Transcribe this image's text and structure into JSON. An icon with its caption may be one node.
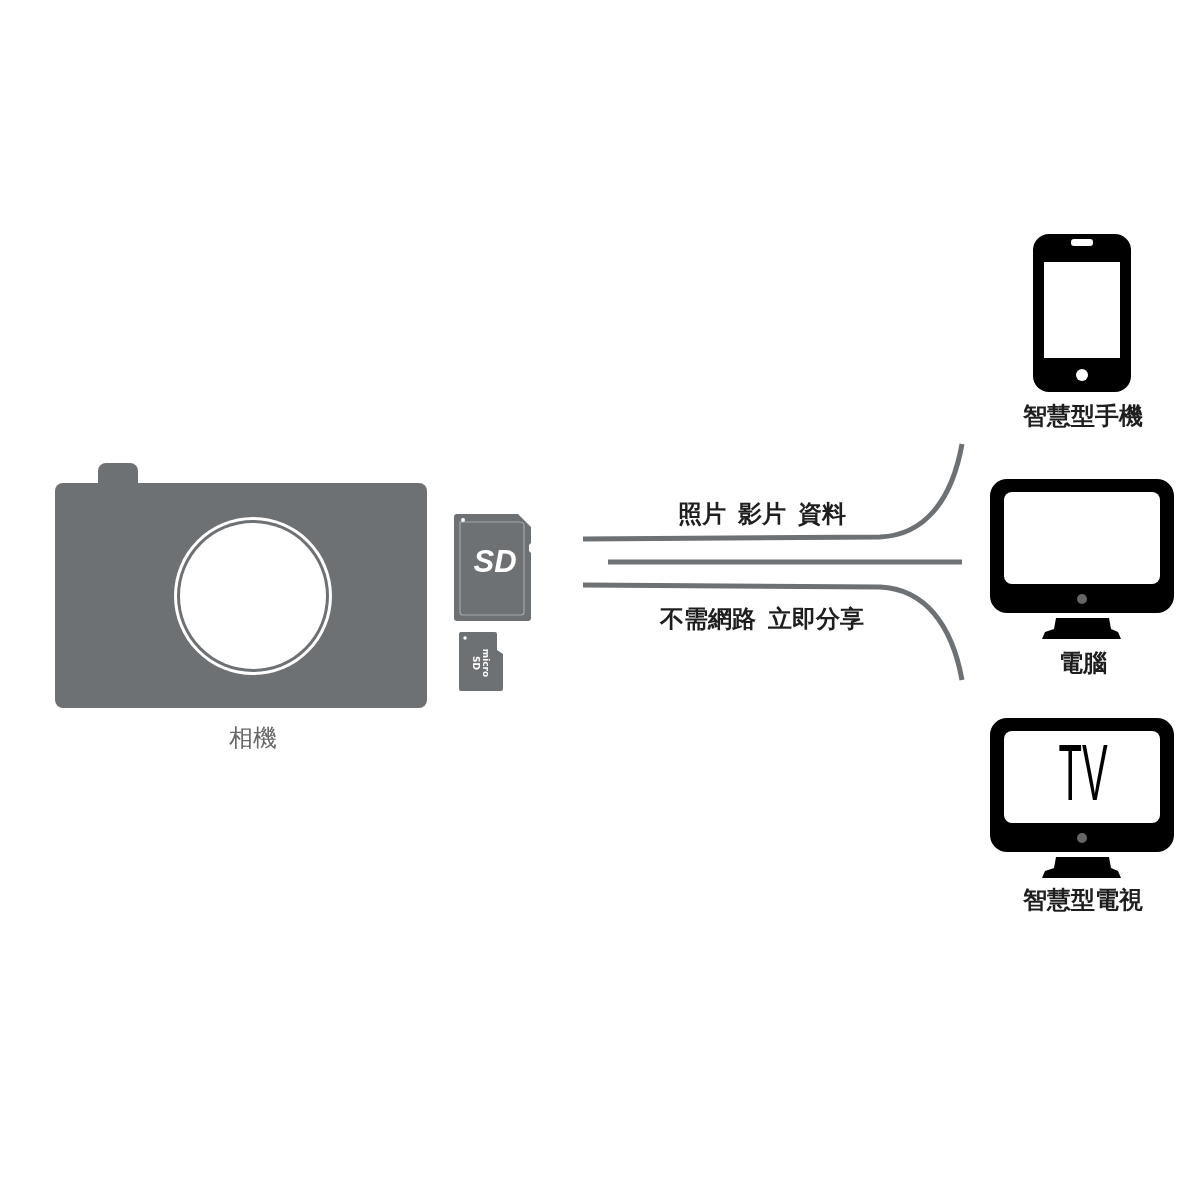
{
  "diagram": {
    "nodes": [
      {
        "text": [
          "相機"
        ]
      },
      {
        "text": [
          "SD"
        ]
      },
      {
        "text": [
          "micro SD"
        ]
      },
      {
        "text": [
          "智慧型手機"
        ]
      },
      {
        "text": [
          "電腦"
        ]
      },
      {
        "text": [
          "TV",
          "智慧型電視"
        ]
      }
    ],
    "edges": [
      {
        "from": null,
        "to": 3,
        "arrow": "none",
        "label": "照片 影片 資料"
      },
      {
        "from": null,
        "to": 4,
        "arrow": "none"
      },
      {
        "from": null,
        "to": 5,
        "arrow": "none",
        "label": "不需網路 立即分享"
      }
    ]
  }
}
